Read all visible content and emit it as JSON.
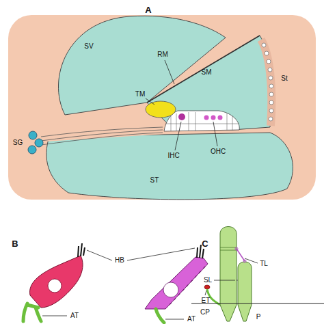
{
  "diagram": {
    "labels": [
      "A",
      "SV",
      "RM",
      "SM",
      "St",
      "TM",
      "SG",
      "IHC",
      "OHC",
      "ST",
      "B",
      "HB",
      "AT",
      "ET",
      "AT",
      "C",
      "TL",
      "SL",
      "CP",
      "P"
    ]
  }
}
